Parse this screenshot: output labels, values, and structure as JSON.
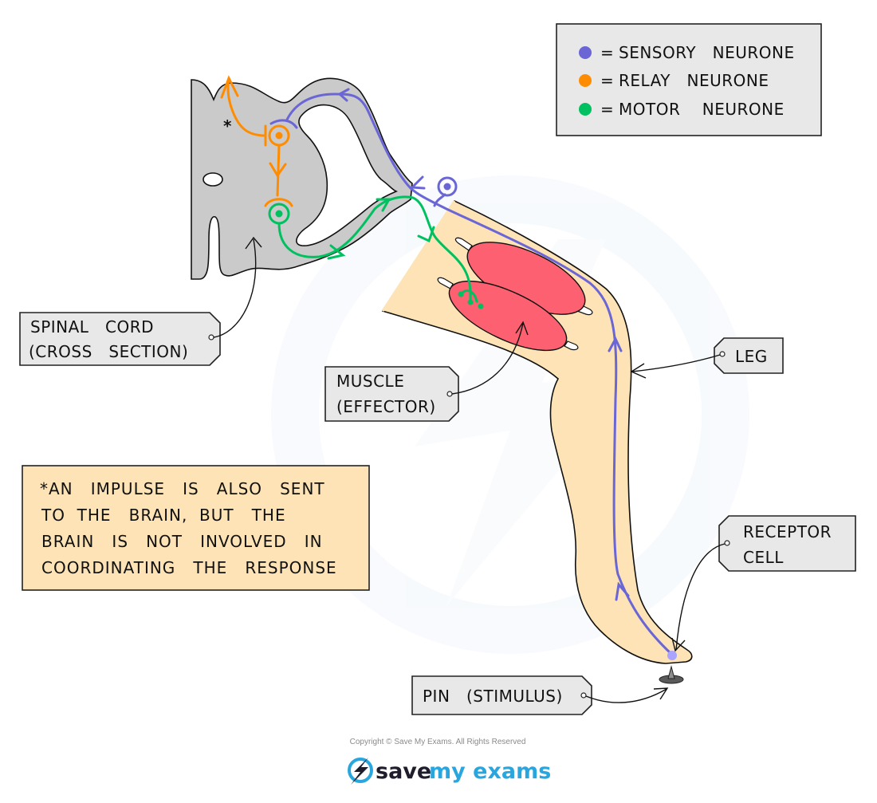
{
  "diagram": {
    "title": "Reflex arc: pin stimulus to leg muscle response",
    "colors": {
      "sensory": "#6b66d6",
      "relay": "#ff8c00",
      "motor": "#00c060",
      "spinal_cord": "#cacaca",
      "leg_skin": "#fde3b5",
      "muscle": "#fd6070",
      "label_bg": "#e8e8e8",
      "note_bg": "#fde3b5",
      "receptor": "#a8a4ff",
      "pin": "#5a5a5a"
    },
    "legend": {
      "items": [
        {
          "color_key": "sensory",
          "eq": "=",
          "text": "SENSORY   NEURONE"
        },
        {
          "color_key": "relay",
          "eq": "=",
          "text": "RELAY   NEURONE"
        },
        {
          "color_key": "motor",
          "eq": "=",
          "text": "MOTOR    NEURONE"
        }
      ]
    },
    "labels": {
      "spinal_cord": {
        "line1": "SPINAL   CORD",
        "line2": "(CROSS   SECTION)"
      },
      "muscle": {
        "line1": "MUSCLE",
        "line2": "(EFFECTOR)"
      },
      "leg": {
        "line1": "LEG"
      },
      "receptor": {
        "line1": "RECEPTOR",
        "line2": "CELL"
      },
      "pin": {
        "line1": "PIN   (STIMULUS)"
      }
    },
    "asterisk_marker": "*",
    "note": {
      "lines": [
        "*AN   IMPULSE   IS   ALSO   SENT",
        "TO  THE   BRAIN,  BUT   THE",
        "BRAIN   IS   NOT   INVOLVED   IN",
        "COORDINATING   THE   RESPONSE"
      ]
    },
    "footer": {
      "copyright": "Copyright © Save My Exams. All Rights Reserved",
      "brand_part1": "save",
      "brand_part2": "my exams"
    }
  }
}
